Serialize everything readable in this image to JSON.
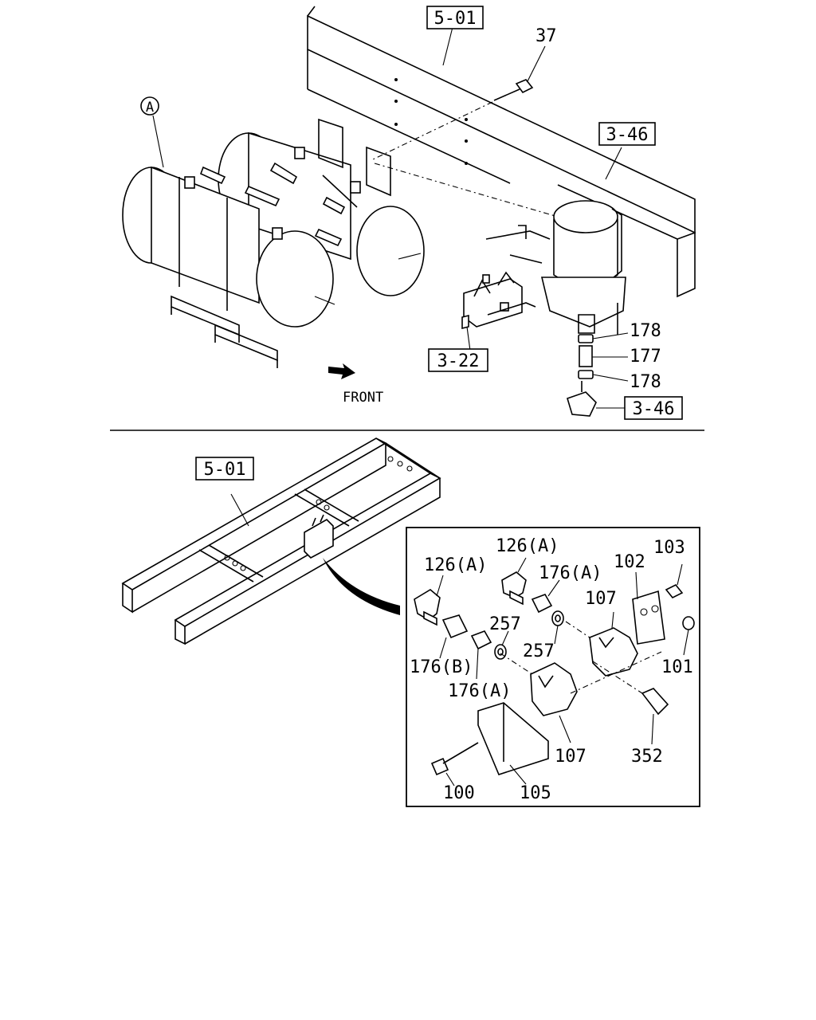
{
  "labels": {
    "ref_5_01_top": "5-01",
    "ref_5_01_bottom": "5-01",
    "ref_3_46_upper": "3-46",
    "ref_3_46_lower": "3-46",
    "ref_3_22": "3-22",
    "callout_a": "A",
    "front": "FRONT",
    "p37": "37",
    "p178_upper": "178",
    "p177": "177",
    "p178_lower": "178",
    "p126a_1": "126(A)",
    "p126a_2": "126(A)",
    "p176a_1": "176(A)",
    "p103": "103",
    "p102": "102",
    "p107_upper": "107",
    "p257_1": "257",
    "p257_2": "257",
    "p176b": "176(B)",
    "p176a_2": "176(A)",
    "p101": "101",
    "p107_lower": "107",
    "p352": "352",
    "p100": "100",
    "p105": "105"
  }
}
